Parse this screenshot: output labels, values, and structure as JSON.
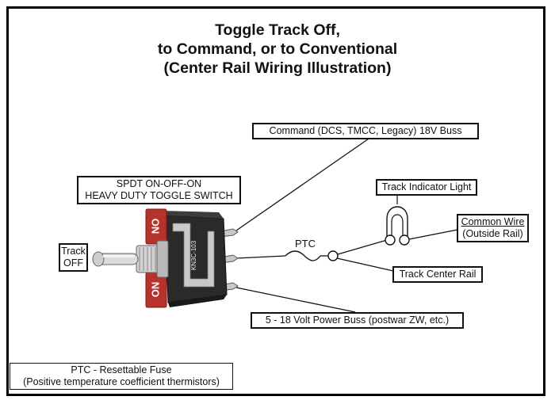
{
  "title": {
    "line1": "Toggle Track Off,",
    "line2": "to Command, or to Conventional",
    "line3": "(Center Rail Wiring Illustration)"
  },
  "labels": {
    "command_buss": "Command (DCS, TMCC, Legacy) 18V Buss",
    "switch_line1": "SPDT ON-OFF-ON",
    "switch_line2": "HEAVY DUTY TOGGLE SWITCH",
    "track_off_line1": "Track",
    "track_off_line2": "OFF",
    "ptc": "PTC",
    "indicator_light": "Track Indicator Light",
    "common_wire_line1": "Common Wire",
    "common_wire_line2": "(Outside Rail)",
    "center_rail": "Track Center Rail",
    "power_buss": "5 - 18 Volt Power Buss (postwar ZW, etc.)",
    "legend_line1": "PTC - Resettable Fuse",
    "legend_line2": "(Positive temperature coefficient thermistors)"
  },
  "switch_markings": {
    "on_top": "ON",
    "on_bottom": "ON",
    "body_text": "KN3C-103"
  },
  "colors": {
    "switch_body": "#2a2a2a",
    "on_plate": "#b8322c",
    "metal": "#c9c9c9"
  }
}
